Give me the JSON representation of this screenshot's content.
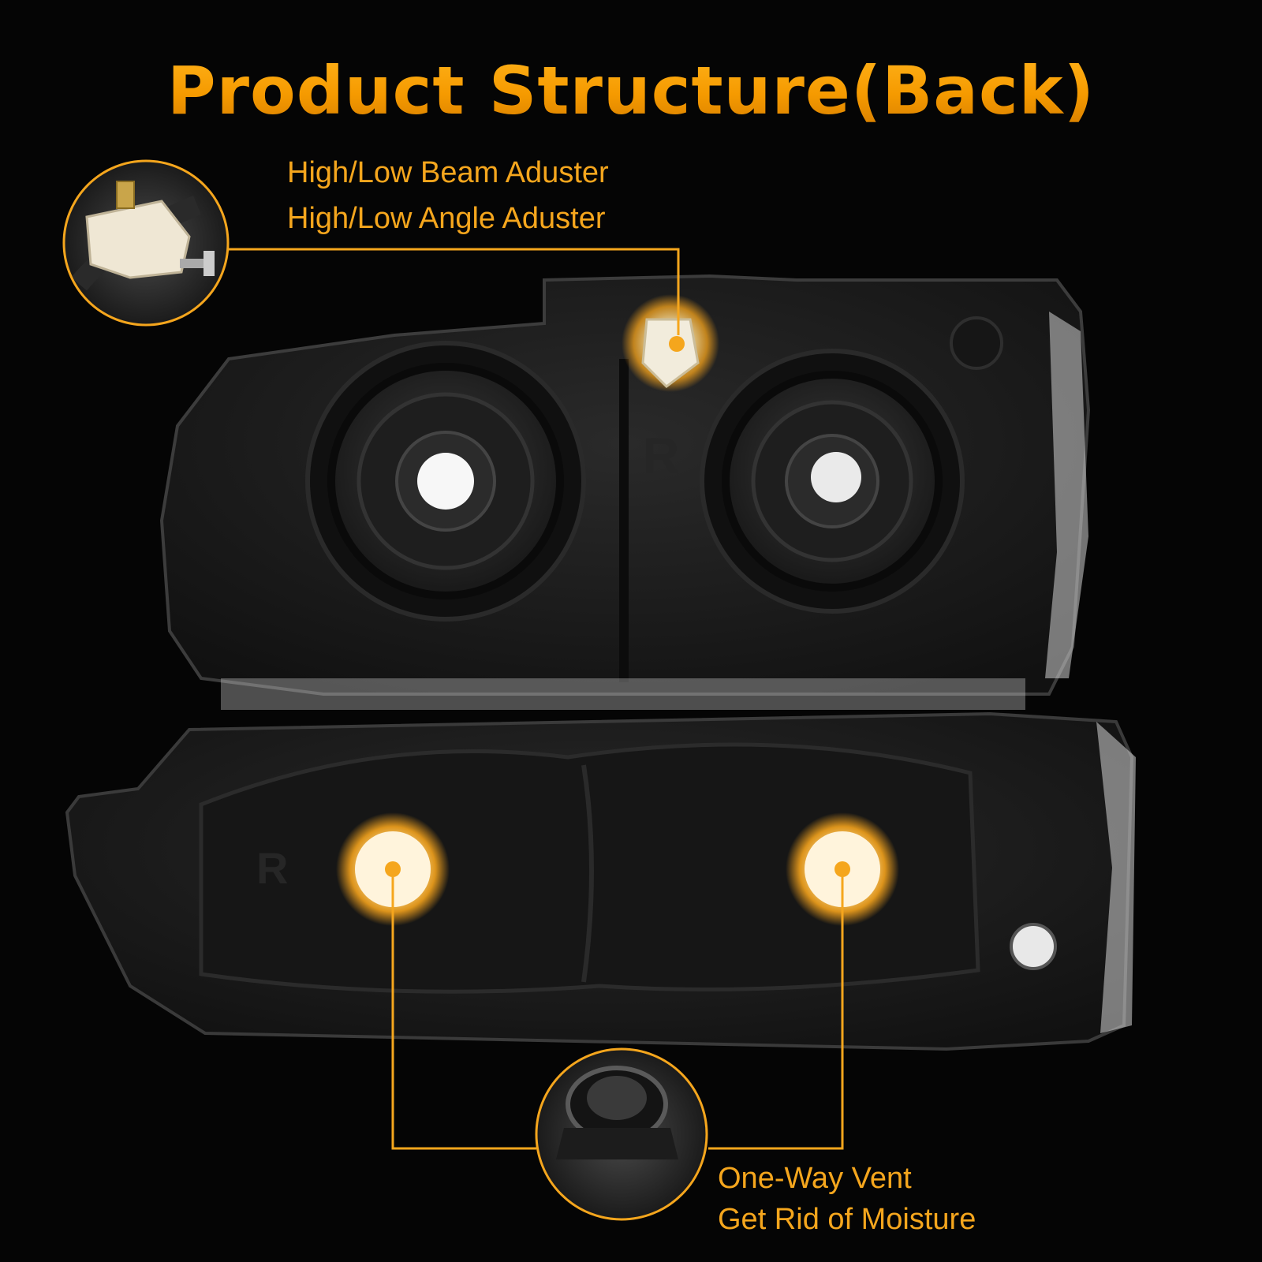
{
  "title": "Product Structure(Back)",
  "callouts": {
    "adjuster": {
      "line1": "High/Low Beam Aduster",
      "line2": "High/Low Angle Aduster"
    },
    "vent": {
      "line1": "One-Way Vent",
      "line2": "Get Rid of Moisture"
    }
  },
  "colors": {
    "accent": "#f5a61d",
    "background": "#050505"
  }
}
